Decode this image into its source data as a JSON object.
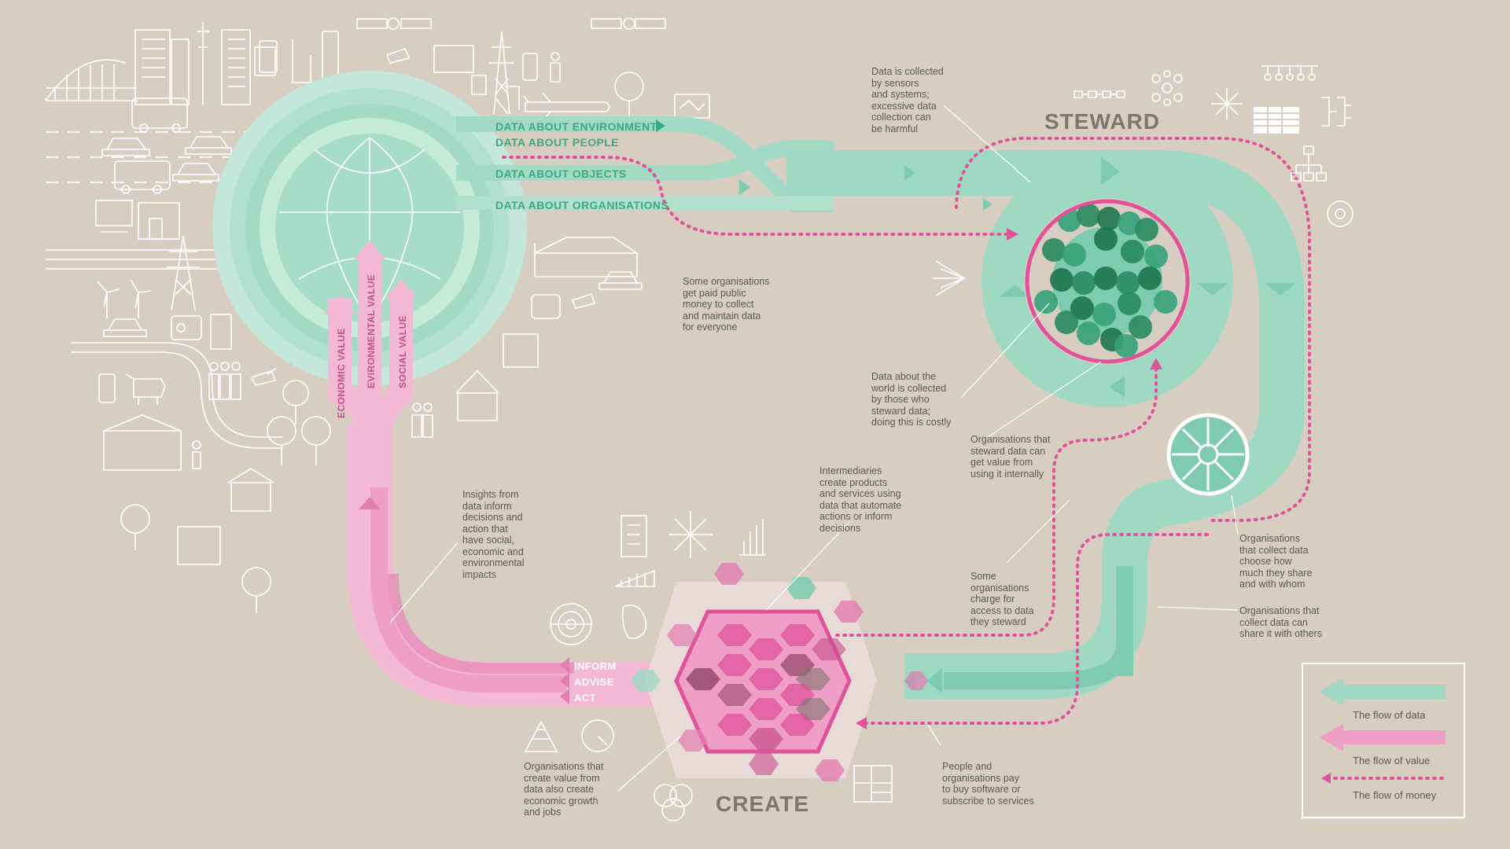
{
  "data_streams": [
    "DATA ABOUT ENVIRONMENT",
    "DATA ABOUT PEOPLE",
    "DATA ABOUT OBJECTS",
    "DATA ABOUT ORGANISATIONS"
  ],
  "value_arrows": [
    "ECONOMIC VALUE",
    "EVIRONMENTAL VALUE",
    "SOCIAL VALUE"
  ],
  "actions": [
    "INFORM",
    "ADVISE",
    "ACT"
  ],
  "steward_label": "STEWARD",
  "create_label": "CREATE",
  "annotations": {
    "collected_sensors": "Data is collected\nby sensors\nand systems;\nexcessive data\ncollection can\nbe harmful",
    "paid_public": "Some organisations\nget paid public\nmoney to collect\nand maintain data\nfor everyone",
    "collected_stewards": "Data about the\nworld is collected\nby those who\nsteward data;\ndoing this is costly",
    "steward_value": "Organisations that\nsteward data can\nget value from\nusing it internally",
    "choose_share": "Organisations\nthat collect data\nchoose how\nmuch they share\nand with whom",
    "share_others": "Organisations that\ncollect data can\nshare it with others",
    "charge_access": "Some\norganisations\ncharge for\naccess to data\nthey steward",
    "intermediaries": "Intermediaries\ncreate products\nand services using\ndata that automate\nactions or inform\ndecisions",
    "insights": "Insights from\ndata inform\ndecisions and\naction that\nhave social,\neconomic and\nenvironmental\nimpacts",
    "create_value": "Organisations that\ncreate value from\ndata also create\neconomic growth\nand jobs",
    "people_pay": "People and\norganisations pay\nto buy software or\nsubscribe to services"
  },
  "legend": {
    "data": "The flow of data",
    "value": "The flow of value",
    "money": "The flow of money"
  },
  "colors": {
    "background": "#d8cdc1",
    "data_flow": "#9fd9c4",
    "data_flow_dark": "#7fcbb1",
    "value_flow": "#ef9fc6",
    "value_flow_dark": "#e27db0",
    "money_flow": "#e0529a",
    "label_green": "#3da884",
    "label_grey": "#7d766c"
  },
  "icons": [
    "city-skyline-icon",
    "bridge-icon",
    "satellite-icon",
    "transmission-tower-icon",
    "wind-turbine-icon",
    "car-icon",
    "bus-icon",
    "cow-icon",
    "tree-icon",
    "house-icon",
    "people-icon",
    "factory-icon",
    "aeroplane-icon",
    "laptop-icon",
    "cctv-camera-icon",
    "smart-meter-icon",
    "network-icon",
    "spreadsheet-icon",
    "hierarchy-icon",
    "bar-chart-icon",
    "pyramid-chart-icon",
    "gauge-icon",
    "venn-diagram-icon",
    "radar-icon"
  ]
}
